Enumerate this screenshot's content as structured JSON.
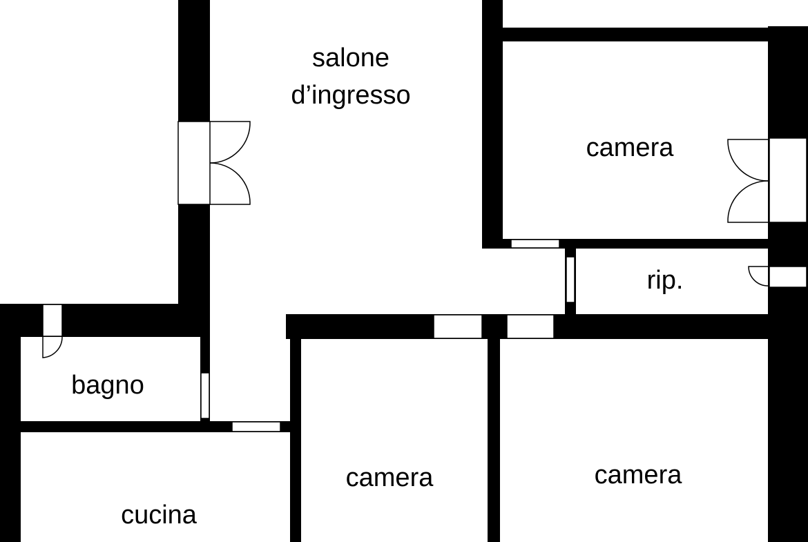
{
  "rooms": {
    "salone_line1": "salone",
    "salone_line2": "d’ingresso",
    "camera_top_right": "camera",
    "ripostiglio": "rip.",
    "bagno": "bagno",
    "cucina": "cucina",
    "camera_bottom_middle": "camera",
    "camera_bottom_right": "camera"
  },
  "colors": {
    "wall": "#000000",
    "background": "#ffffff"
  }
}
